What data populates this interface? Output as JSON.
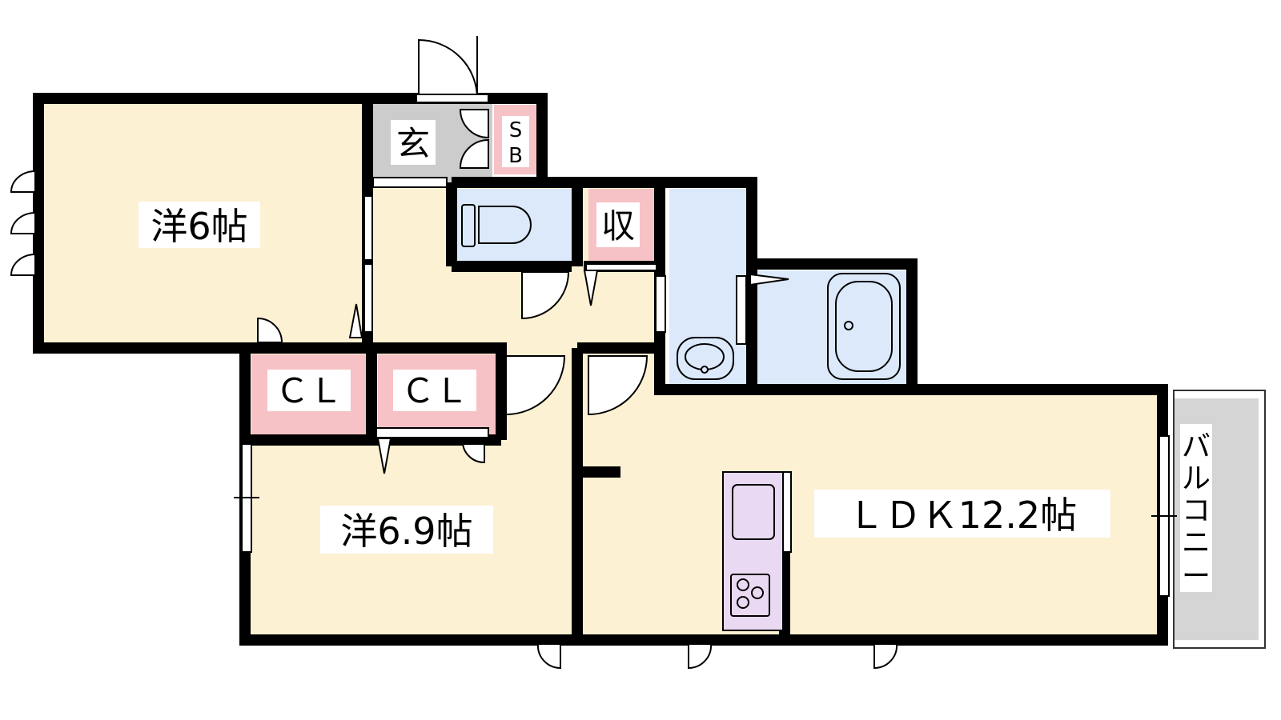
{
  "colors": {
    "wall": "#000000",
    "room": "#fdf1d3",
    "wet": "#dbe9fb",
    "storage": "#f7c2c5",
    "entrance": "#cccccc",
    "balcony": "#d5d5d5",
    "kitchen": "#ead9f2"
  },
  "rooms": {
    "western1": "洋6帖",
    "western2": "洋6.9帖",
    "ldk": "ＬＤＫ12.2帖",
    "entrance": "玄",
    "shoe_box_s": "S",
    "shoe_box_b": "B",
    "storage": "収",
    "closet1": "ＣＬ",
    "closet2": "ＣＬ",
    "balcony": [
      "バ",
      "ル",
      "コ",
      "ニ",
      "ー"
    ]
  }
}
